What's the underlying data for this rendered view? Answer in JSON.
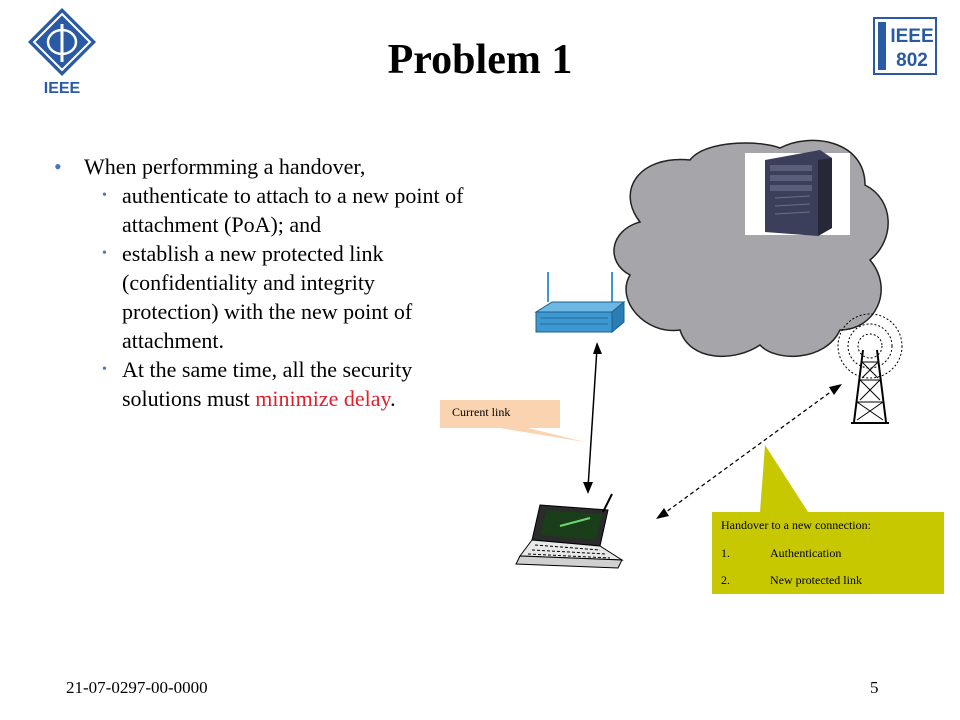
{
  "slide": {
    "title": "Problem 1",
    "footer_left": "21-07-0297-00-0000",
    "footer_right": "5"
  },
  "bullets": {
    "main": "When performming a handover,",
    "sub1": "authenticate to attach to a new point of attachment (PoA); and",
    "sub2": "establish a new protected link (confidentiality and integrity protection) with the new point of attachment.",
    "sub3_prefix": "At the same time, all the security solutions must",
    "sub3_highlight": "minimize delay",
    "sub3_suffix": "."
  },
  "callouts": {
    "current_link": "Current link",
    "handover_title": "Handover to a new connection:",
    "handover_items": [
      {
        "num": "1.",
        "text": "Authentication"
      },
      {
        "num": "2.",
        "text": "New protected link"
      }
    ]
  },
  "logos": {
    "ieee_left": "IEEE",
    "ieee802_line1": "IEEE",
    "ieee802_line2": "802"
  },
  "colors": {
    "bullet": "#4a74c9",
    "highlight": "#e0212d",
    "cloud": "#a5a5aa",
    "callout_fill": "#fad3b0",
    "handover_fill": "#c8c800",
    "router": "#3d98d2",
    "ieee_blue": "#2a5aa4"
  },
  "icons": [
    "ieee-logo",
    "ieee802-logo",
    "cloud",
    "server-icon",
    "wireless-router-icon",
    "cell-tower-icon",
    "laptop-icon"
  ]
}
